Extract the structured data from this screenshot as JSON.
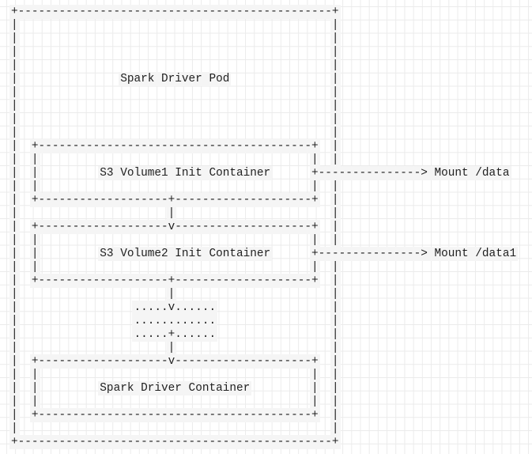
{
  "colors": {
    "page_bg": "#ffffff",
    "grid_line": "#ebebeb",
    "cell_bg": "#f5f5f5",
    "text_color": "#1f1f1f"
  },
  "diagram": {
    "pod_label": "Spark Driver Pod",
    "init_containers": [
      {
        "label": "S3 Volume1 Init Container",
        "mount_label": "Mount /data"
      },
      {
        "label": "S3 Volume2 Init Container",
        "mount_label": "Mount /data1"
      }
    ],
    "main_container_label": "Spark Driver Container",
    "ascii_lines": [
      "+----------------------------------------------+",
      "|                                              |",
      "|                                              |",
      "|                                              |",
      "|                                              |",
      "|               Spark Driver Pod               |",
      "|                                              |",
      "|                                              |",
      "|                                              |",
      "|                                              |",
      "|  +----------------------------------------+  |",
      "|  |                                        |  |",
      "|  |         S3 Volume1 Init Container      +---------------> Mount /data",
      "|  |                                        |  |",
      "|  +-------------------+--------------------+  |",
      "|                      |                       |",
      "|  +-------------------v--------------------+  |",
      "|  |                                        |  |",
      "|  |         S3 Volume2 Init Container      +---------------> Mount /data1",
      "|  |                                        |  |",
      "|  +-------------------+--------------------+  |",
      "|                      |                       |",
      "|                 .....v......                 |",
      "|                 ............                 |",
      "|                 .....+......                 |",
      "|                      |                       |",
      "|  +-------------------v--------------------+  |",
      "|  |                                        |  |",
      "|  |         Spark Driver Container         |  |",
      "|  |                                        |  |",
      "|  +----------------------------------------+  |",
      "|                                              |",
      "+----------------------------------------------+"
    ]
  }
}
